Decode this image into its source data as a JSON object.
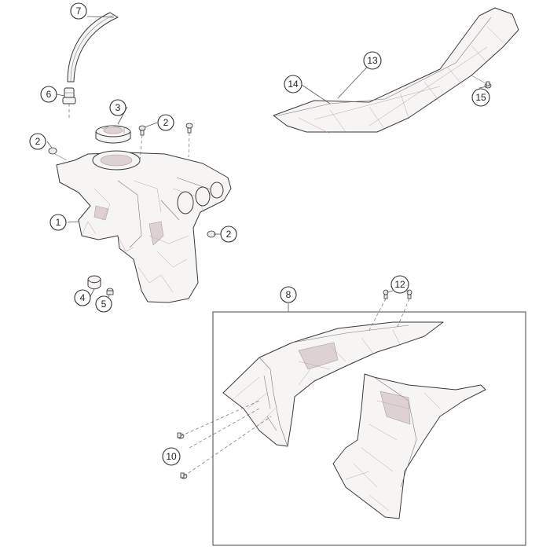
{
  "callouts": {
    "c1": "1",
    "c2a": "2",
    "c2b": "2",
    "c2c": "2",
    "c3": "3",
    "c4": "4",
    "c5": "5",
    "c6": "6",
    "c7": "7",
    "c8": "8",
    "c10": "10",
    "c12": "12",
    "c13": "13",
    "c14": "14",
    "c15": "15"
  }
}
